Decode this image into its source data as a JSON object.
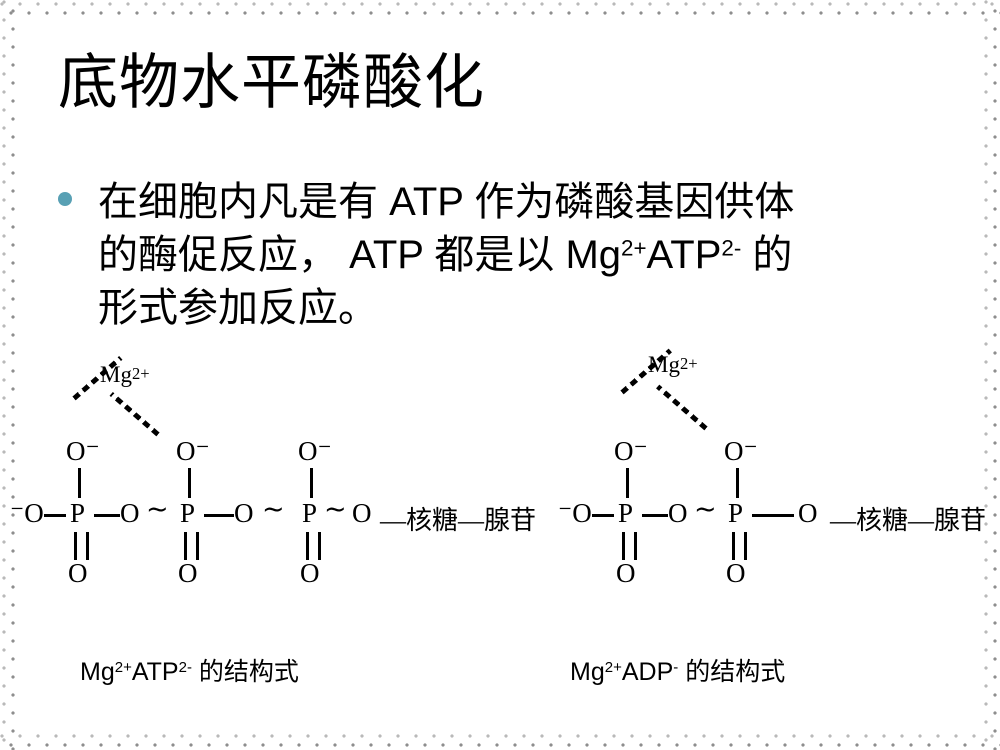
{
  "slide": {
    "title": "底物水平磷酸化",
    "background_color": "#ffffff",
    "text_color": "#000000",
    "bullet_marker_color": "#58a0b4",
    "border_style": "dotted-gray"
  },
  "bullet": {
    "marker": "round-bullet",
    "line1": "在细胞内凡是有 ATP 作为磷酸基因供体",
    "line2_a": "的酶促反应， ATP 都是以 Mg",
    "line2_sup1": "2+",
    "line2_b": "ATP",
    "line2_sup2": "2-",
    "line2_c": " 的",
    "line3": "形式参加反应。"
  },
  "structures": [
    {
      "id": "atp",
      "mg_label": "Mg",
      "mg_sup": "2+",
      "phosphate_count": 3,
      "left_terminal": "⁻O",
      "atoms_top": [
        "O⁻",
        "O⁻",
        "O⁻"
      ],
      "atoms_center": [
        "P",
        "P",
        "P"
      ],
      "atoms_bottom": [
        "O",
        "O",
        "O"
      ],
      "bridge_atoms": [
        "O",
        "O",
        "O"
      ],
      "bond_symbols": [
        "—",
        "∼",
        "∼"
      ],
      "tail": "—核糖—腺苷"
    },
    {
      "id": "adp",
      "mg_label": "Mg",
      "mg_sup": "2+",
      "phosphate_count": 2,
      "left_terminal": "⁻O",
      "atoms_top": [
        "O⁻",
        "O⁻"
      ],
      "atoms_center": [
        "P",
        "P"
      ],
      "atoms_bottom": [
        "O",
        "O"
      ],
      "bridge_atoms": [
        "O",
        "O"
      ],
      "bond_symbols": [
        "—",
        "∼"
      ],
      "tail": "—核糖—腺苷"
    }
  ],
  "captions": {
    "left_a": "Mg",
    "left_sup1": "2+",
    "left_b": "ATP",
    "left_sup2": "2-",
    "left_c": " 的结构式",
    "right_a": "Mg",
    "right_sup1": "2+",
    "right_b": "ADP",
    "right_sup2": "-",
    "right_c": " 的结构式"
  }
}
